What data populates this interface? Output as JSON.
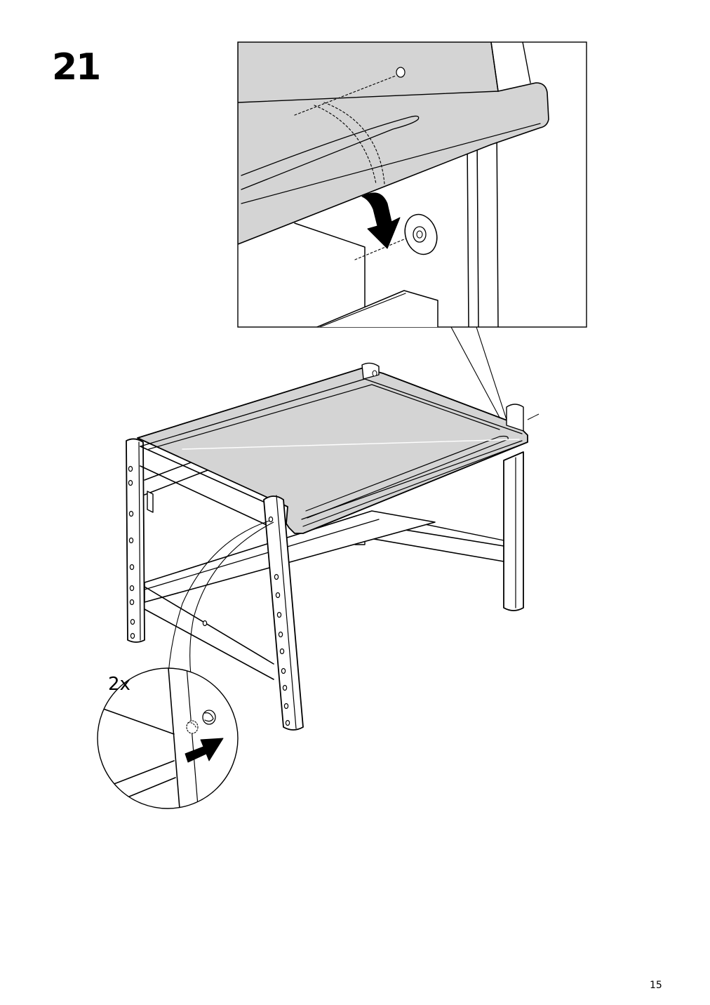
{
  "step": {
    "number": "21"
  },
  "detail_callout": {
    "quantity": "2x"
  },
  "page": {
    "number": "15"
  },
  "colors": {
    "line": "#000000",
    "surface": "#d4d4d4",
    "background": "#ffffff"
  },
  "icons": [
    "arrow-down-icon",
    "arrow-right-icon",
    "cam-lock-icon",
    "dowel-hole-icon"
  ]
}
